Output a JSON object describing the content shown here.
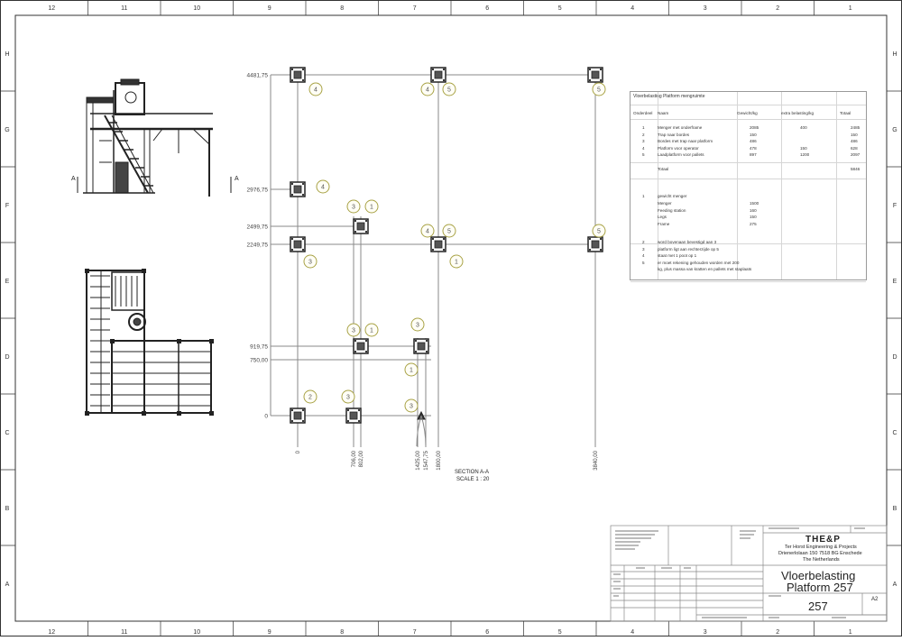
{
  "border": {
    "columns": [
      "12",
      "11",
      "10",
      "9",
      "8",
      "7",
      "6",
      "5",
      "4",
      "3",
      "2",
      "1"
    ],
    "rows": [
      "H",
      "G",
      "F",
      "E",
      "D",
      "C",
      "B",
      "A"
    ]
  },
  "plan": {
    "y_labels": [
      "4481,75",
      "2976,75",
      "2499,75",
      "2249,75",
      "919,75",
      "750,00",
      "0"
    ],
    "x_labels": [
      "0",
      "706,00",
      "802,00",
      "1425,00",
      "1547,75",
      "1800,00",
      "3840,00"
    ],
    "balloons": [
      "4",
      "4",
      "5",
      "5",
      "4",
      "3",
      "1",
      "4",
      "5",
      "5",
      "3",
      "1",
      "3",
      "1",
      "3",
      "1",
      "2",
      "3",
      "3",
      "2"
    ]
  },
  "section_label": {
    "name": "SECTION A-A",
    "scale": "SCALE 1 : 20"
  },
  "section_marks": {
    "left": "A",
    "right": "A"
  },
  "load_table": {
    "title": "Vloerbelasting Platform mengruimte",
    "headers": [
      "Onderdeel",
      "Naam",
      "Gewicht/kg",
      "extra belasting/kg",
      "Totaal"
    ],
    "rows": [
      [
        "1",
        "Menger met onderframe",
        "2085",
        "400",
        "2485"
      ],
      [
        "2",
        "Trap naar bordes",
        "150",
        "",
        "150"
      ],
      [
        "3",
        "Bordes met trap naar platform",
        "486",
        "",
        "486"
      ],
      [
        "4",
        "Platform voor operator",
        "478",
        "150",
        "628"
      ],
      [
        "5",
        "Laadplatform voor pallets",
        "897",
        "1200",
        "2097"
      ]
    ],
    "total_label": "Totaal",
    "total_value": "5846",
    "breakdown_index": "1",
    "breakdown_title": "gewicht menger",
    "breakdown": [
      [
        "Menger",
        "1500"
      ],
      [
        "Feeding station",
        "160"
      ],
      [
        "Legs",
        "150"
      ],
      [
        "Frame",
        "275"
      ]
    ],
    "notes": [
      [
        "2",
        "word bovenaan bevestigd aan 3"
      ],
      [
        "3",
        "platform ligt aan rechterzijde op 5"
      ],
      [
        "4",
        "staat met 1 poot op 1"
      ],
      [
        "5",
        "er moet rekening gehouden worden met 200"
      ],
      [
        "",
        "kg, plus massa van kratten en pallets met staplaats"
      ]
    ]
  },
  "title_block": {
    "company_logo": "THE&P",
    "company": "Ter Horst Engineering & Projects",
    "address": "Drienerlolaan 150 7518 BG Enschede",
    "country": "The Netherlands",
    "title_line1": "Vloerbelasting",
    "title_line2": "Platform 257",
    "drawing_number": "257",
    "sheet_size": "A2"
  }
}
